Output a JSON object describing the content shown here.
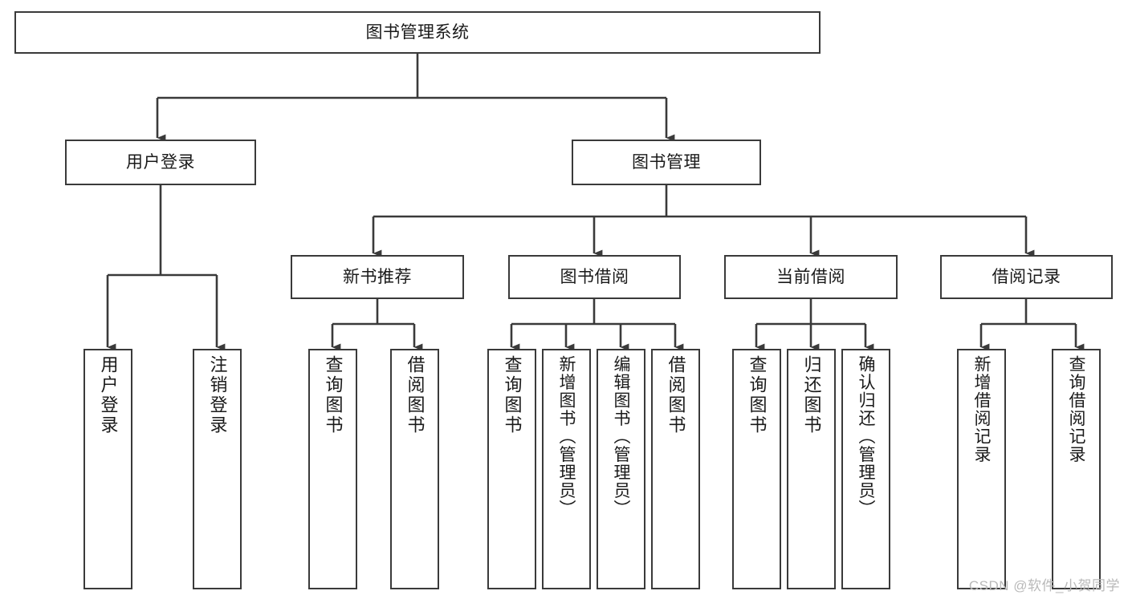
{
  "diagram": {
    "type": "tree-hierarchy-chart",
    "title": "图书管理系统",
    "stroke_color": "#3a3a3a",
    "fill_color": "#ffffff",
    "text_color": "#1a1a1a",
    "watermark": "CSDN @软件_小贺同学",
    "nodes": {
      "root": {
        "label": "图书管理系统"
      },
      "level2": [
        {
          "label": "用户登录"
        },
        {
          "label": "图书管理"
        }
      ],
      "level3": [
        {
          "label": "新书推荐"
        },
        {
          "label": "图书借阅"
        },
        {
          "label": "当前借阅"
        },
        {
          "label": "借阅记录"
        }
      ],
      "leaves": {
        "user_login": [
          {
            "label": "用户登录"
          },
          {
            "label": "注销登录"
          }
        ],
        "new_book_recommend": [
          {
            "label": "查询图书"
          },
          {
            "label": "借阅图书"
          }
        ],
        "book_borrow": [
          {
            "label": "查询图书"
          },
          {
            "label": "新增图书（管理员）"
          },
          {
            "label": "编辑图书（管理员）"
          },
          {
            "label": "借阅图书"
          }
        ],
        "current_borrow": [
          {
            "label": "查询图书"
          },
          {
            "label": "归还图书"
          },
          {
            "label": "确认归还（管理员）"
          }
        ],
        "borrow_record": [
          {
            "label": "新增借阅记录"
          },
          {
            "label": "查询借阅记录"
          }
        ]
      }
    }
  }
}
